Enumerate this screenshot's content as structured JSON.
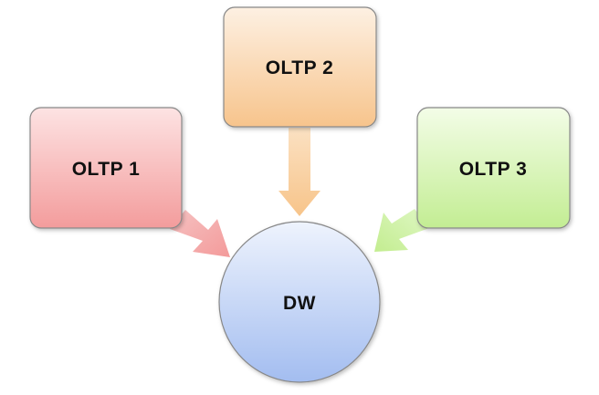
{
  "diagram": {
    "sources": [
      {
        "label": "OLTP 1",
        "color": "#f4a3a3"
      },
      {
        "label": "OLTP 2",
        "color": "#f8c992"
      },
      {
        "label": "OLTP 3",
        "color": "#c6ee9a"
      }
    ],
    "target": {
      "label": "DW",
      "color": "#a9c2f2"
    }
  }
}
